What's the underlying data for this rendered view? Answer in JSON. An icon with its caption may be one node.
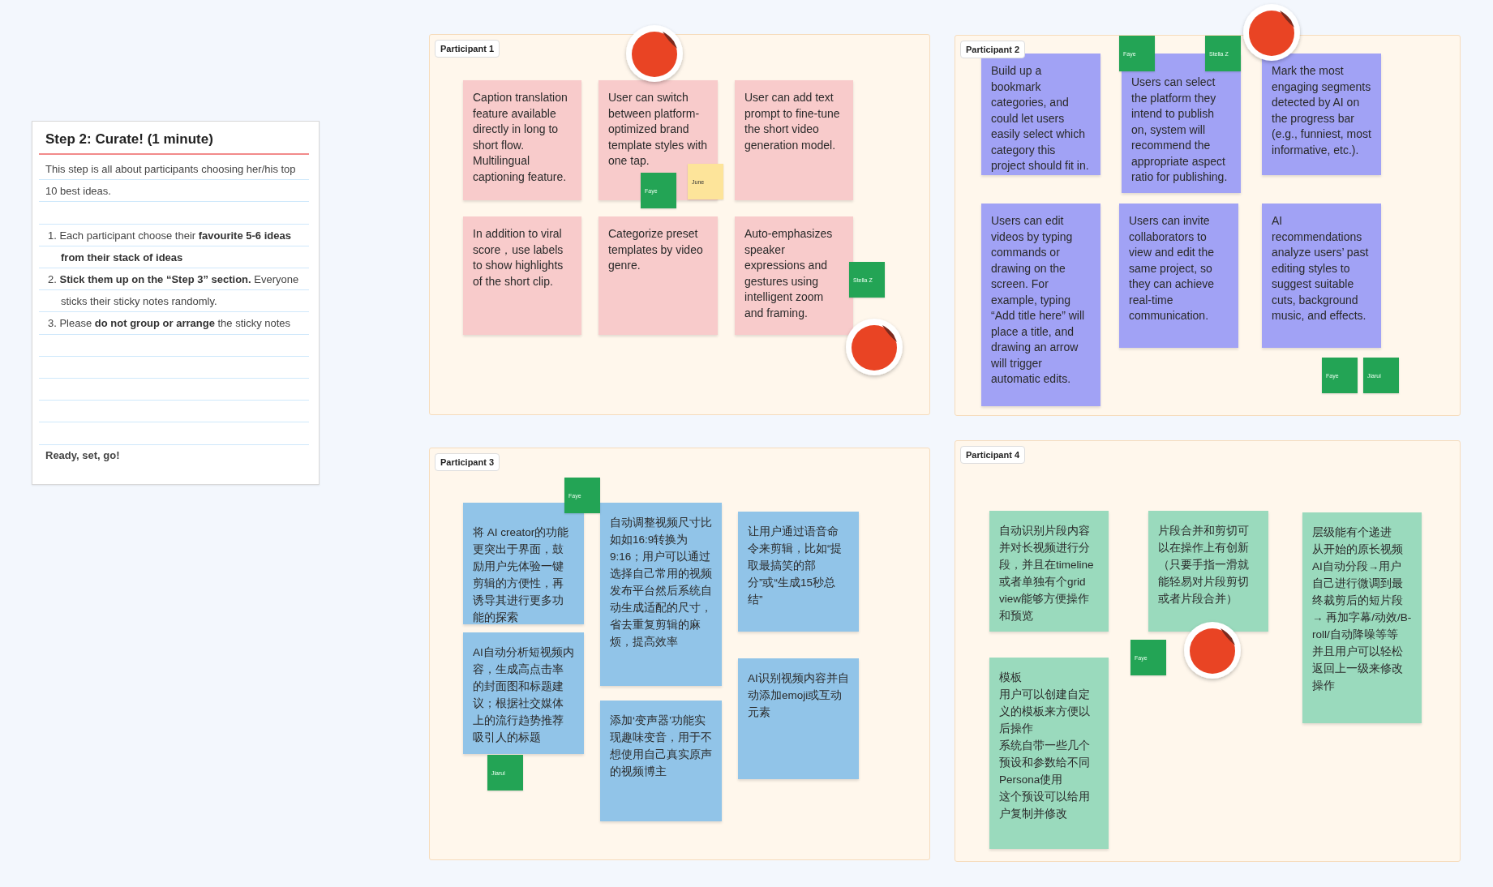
{
  "diagram": {
    "nodes": [
      {
        "text": [
          "Step 2: Curate! (1 minute)",
          "This step is all about participants choosing her/his top 10 best ideas.",
          "1. Each participant choose their **favourite 5-6 ideas from their stack of ideas**",
          "2. **Stick them up on the “Step 3” section.** Everyone sticks their sticky notes randomly.",
          "3. Please **do not group or arrange** the sticky notes",
          "Ready, set, go!"
        ]
      },
      {
        "text": [
          "Participant 1"
        ]
      },
      {
        "text": [
          "Caption translation feature available directly in long to short flow. Multilingual captioning feature."
        ],
        "in": 1
      },
      {
        "text": [
          "User can switch between platform-optimized brand template styles with one tap."
        ],
        "in": 1
      },
      {
        "text": [
          "User can add text prompt to fine-tune the short video generation model."
        ],
        "in": 1
      },
      {
        "text": [
          "In addition to viral score，use labels to show highlights of the short clip."
        ],
        "in": 1
      },
      {
        "text": [
          "Categorize preset templates by video genre."
        ],
        "in": 1
      },
      {
        "text": [
          "Auto-emphasizes speaker expressions and gestures using intelligent zoom and framing."
        ],
        "in": 1
      },
      {
        "text": [
          "Faye"
        ],
        "in": 1
      },
      {
        "text": [
          "June"
        ],
        "in": 1
      },
      {
        "text": [
          "Stella Z"
        ],
        "in": 1
      },
      {
        "text": [
          "Participant 2"
        ]
      },
      {
        "text": [
          "Build up a bookmark categories, and could let users easily select which category this project should fit in."
        ],
        "in": 11
      },
      {
        "text": [
          "Users can select the platform they intend to publish on, system will recommend the appropriate aspect ratio for publishing."
        ],
        "in": 11
      },
      {
        "text": [
          "Mark the most engaging segments detected by AI on the progress bar (e.g., funniest, most informative, etc.)."
        ],
        "in": 11
      },
      {
        "text": [
          "Users can edit videos by typing commands or drawing on the screen. For example, typing “Add title here” will place a title, and drawing an arrow will trigger automatic edits."
        ],
        "in": 11
      },
      {
        "text": [
          "Users can invite collaborators to view and edit the same project, so they can achieve real-time communication."
        ],
        "in": 11
      },
      {
        "text": [
          "AI recommendations analyze users’ past editing styles to suggest suitable cuts, background music, and effects."
        ],
        "in": 11
      },
      {
        "text": [
          "Faye"
        ],
        "in": 11
      },
      {
        "text": [
          "Stella Z"
        ],
        "in": 11
      },
      {
        "text": [
          "Faye"
        ],
        "in": 11
      },
      {
        "text": [
          "Jiarui"
        ],
        "in": 11
      },
      {
        "text": [
          "Participant 3"
        ]
      },
      {
        "text": [
          "将 AI creator的功能更突出于界面，鼓励用户先体验一键剪辑的方便性，再诱导其进行更多功能的探索"
        ],
        "in": 22
      },
      {
        "text": [
          "自动调整视频尺寸比如如16:9转换为9:16；用户可以通过选择自己常用的视频发布平台然后系统自动生成适配的尺寸，省去重复剪辑的麻烦，提高效率"
        ],
        "in": 22
      },
      {
        "text": [
          "让用户通过语音命令来剪辑，比如“提取最搞笑的部分”或“生成15秒总结”"
        ],
        "in": 22
      },
      {
        "text": [
          "AI自动分析短视频内容，生成高点击率的封面图和标题建议；根据社交媒体上的流行趋势推荐吸引人的标题"
        ],
        "in": 22
      },
      {
        "text": [
          "添加‘变声器’功能实现趣味变音，用于不想使用自己真实原声的视频博主"
        ],
        "in": 22
      },
      {
        "text": [
          "AI识别视频内容并自动添加emoji或互动元素"
        ],
        "in": 22
      },
      {
        "text": [
          "Faye"
        ],
        "in": 22
      },
      {
        "text": [
          "Jiarui"
        ],
        "in": 22
      },
      {
        "text": [
          "Participant 4"
        ]
      },
      {
        "text": [
          "自动识别片段内容并对长视频进行分段，并且在timeline或者单独有个grid view能够方便操作和预览"
        ],
        "in": 31
      },
      {
        "text": [
          "片段合并和剪切可以在操作上有创新（只要手指一滑就能轻易对片段剪切或者片段合并）"
        ],
        "in": 31
      },
      {
        "text": [
          "层级能有个递进",
          "从开始的原长视频AI自动分段→用户自己进行微调到最终裁剪后的短片段→ 再加字幕/动效/B-roll/自动降噪等等",
          "并且用户可以轻松返回上一级来修改操作"
        ],
        "in": 31
      },
      {
        "text": [
          "模板",
          "用户可以创建自定义的模板来方便以后操作",
          "系统自带一些几个预设和参数给不同Persona使用",
          "这个预设可以给用户复制并修改"
        ],
        "in": 31
      },
      {
        "text": [
          "Faye"
        ],
        "in": 31
      }
    ]
  }
}
